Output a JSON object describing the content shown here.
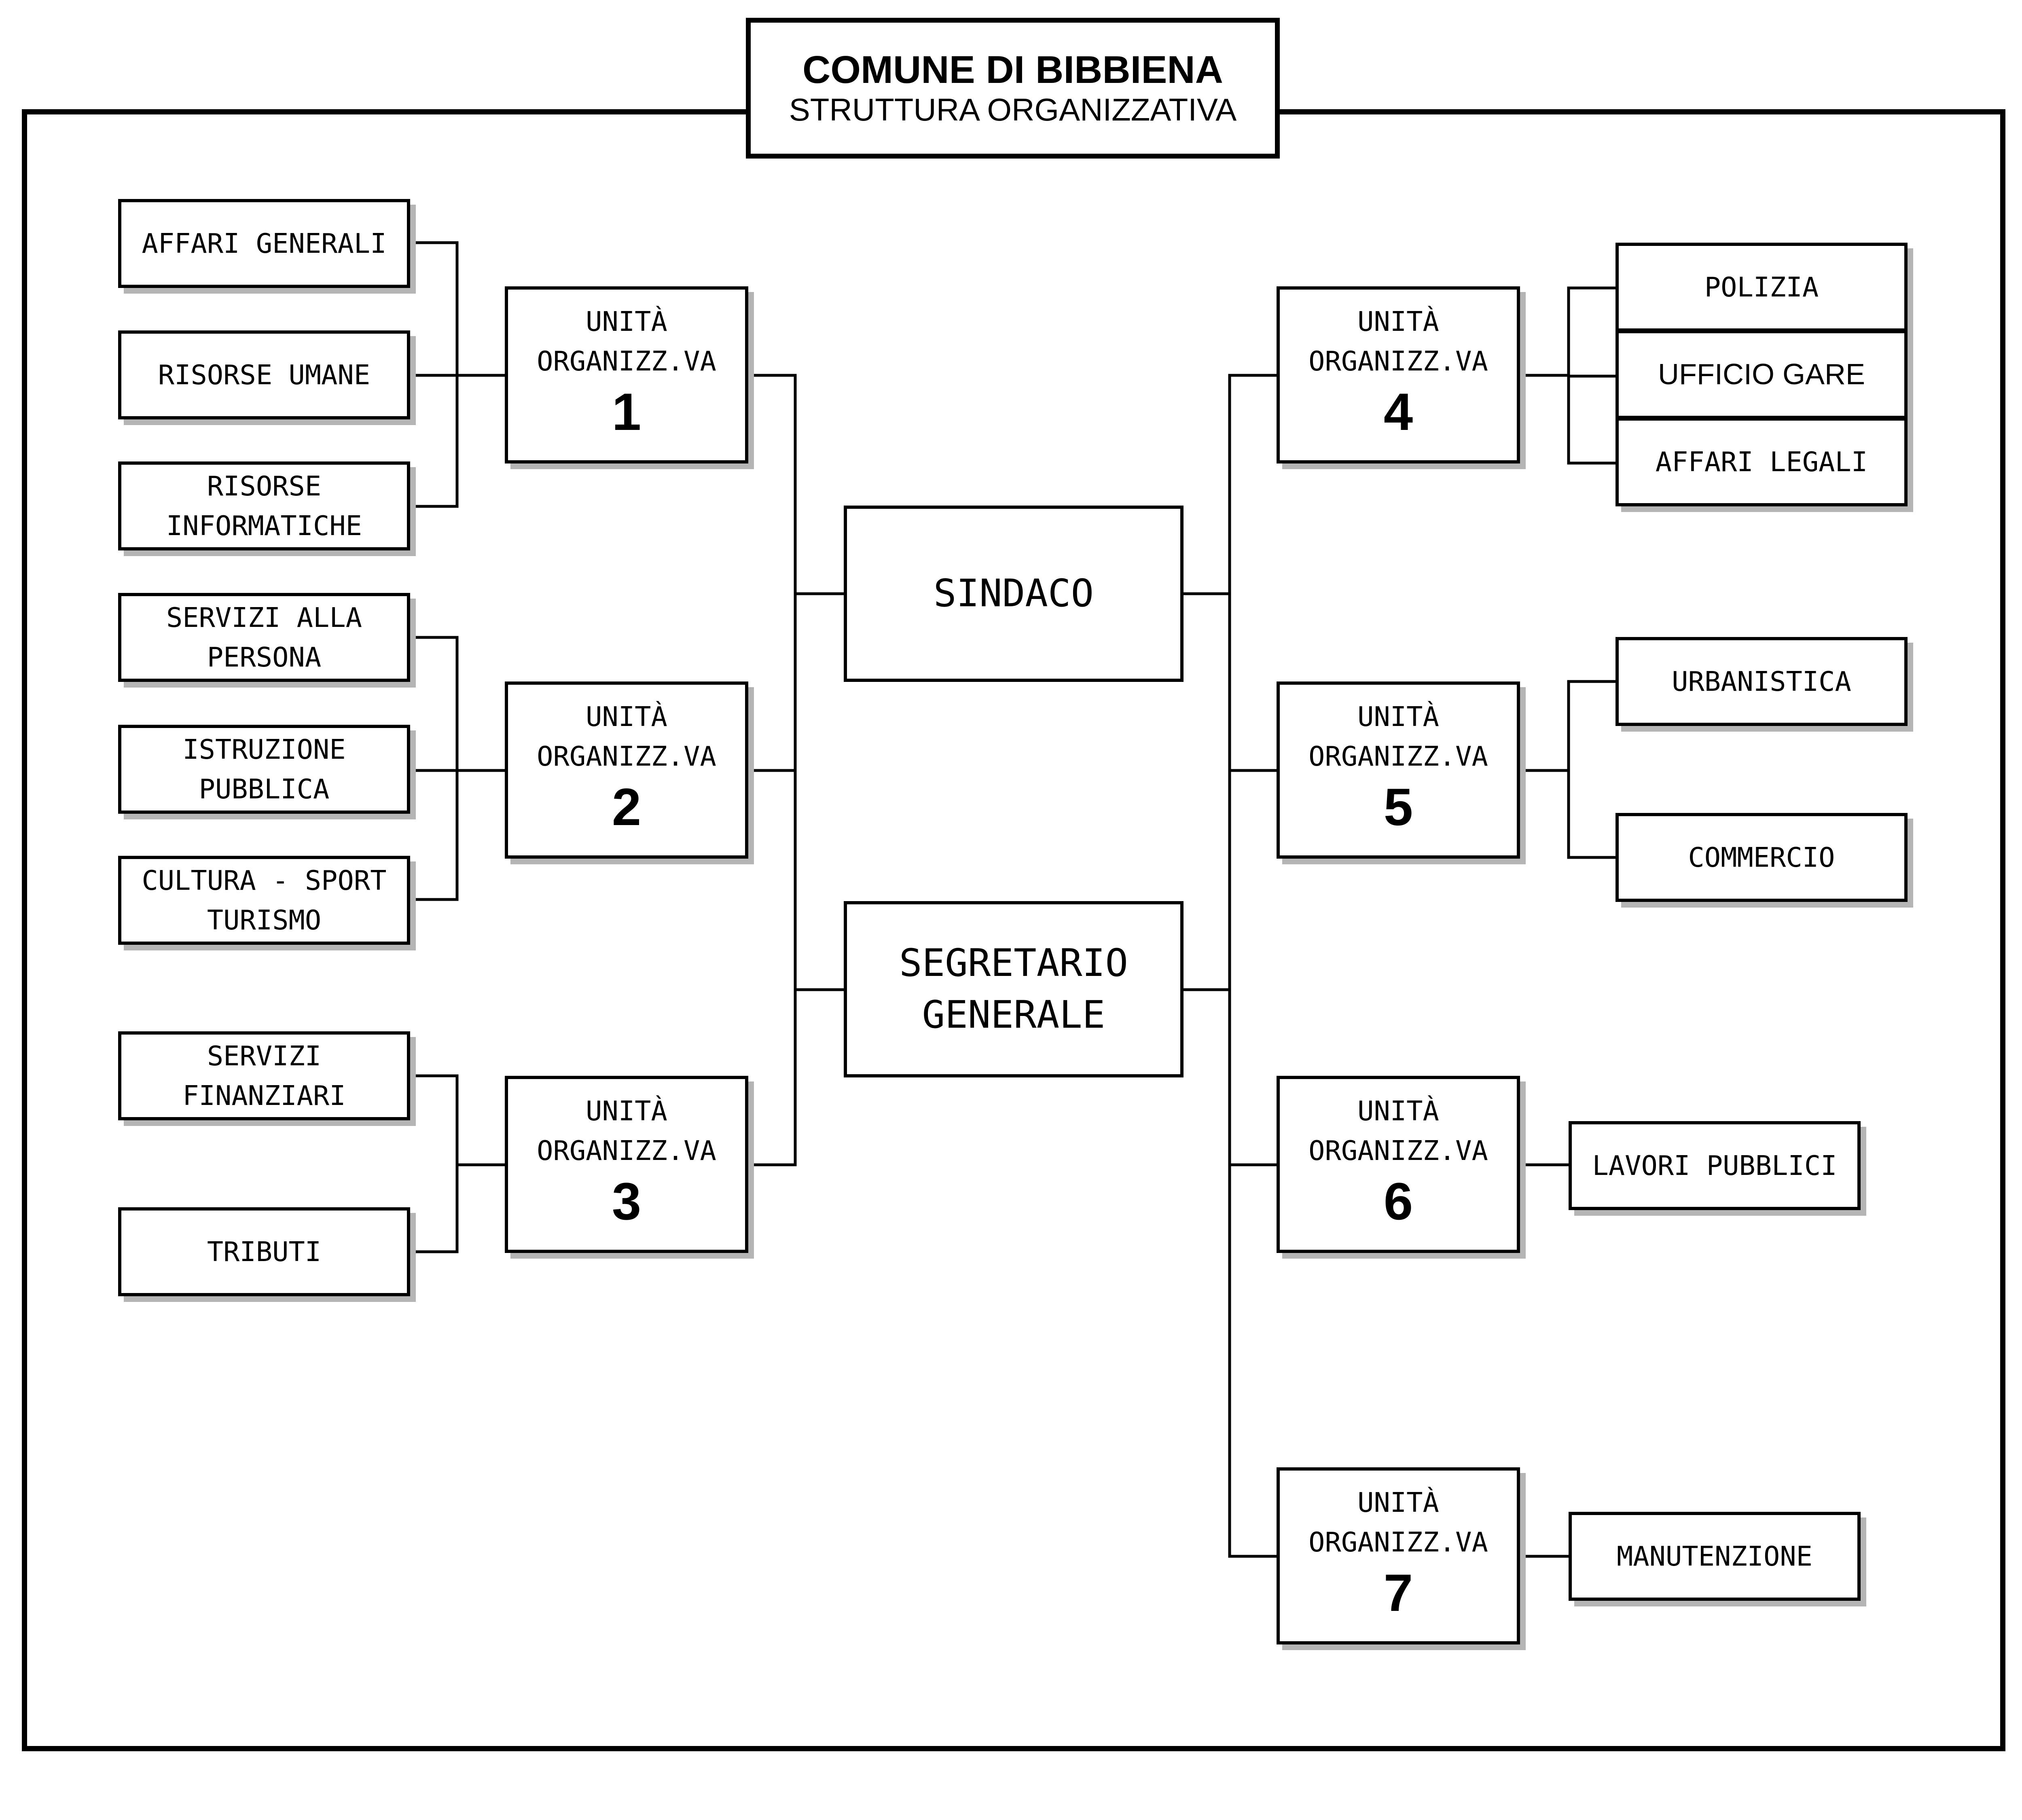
{
  "header": {
    "title": "COMUNE DI BIBBIENA",
    "subtitle": "STRUTTURA ORGANIZZATIVA"
  },
  "center": {
    "sindaco": "SINDACO",
    "segretario": "SEGRETARIO\nGENERALE"
  },
  "units": [
    {
      "label": "UNITÀ\nORGANIZZ.VA",
      "number": "1"
    },
    {
      "label": "UNITÀ\nORGANIZZ.VA",
      "number": "2"
    },
    {
      "label": "UNITÀ\nORGANIZZ.VA",
      "number": "3"
    },
    {
      "label": "UNITÀ\nORGANIZZ.VA",
      "number": "4"
    },
    {
      "label": "UNITÀ\nORGANIZZ.VA",
      "number": "5"
    },
    {
      "label": "UNITÀ\nORGANIZZ.VA",
      "number": "6"
    },
    {
      "label": "UNITÀ\nORGANIZZ.VA",
      "number": "7"
    }
  ],
  "offices": {
    "unit1": [
      "AFFARI GENERALI",
      "RISORSE UMANE",
      "RISORSE\nINFORMATICHE"
    ],
    "unit2": [
      "SERVIZI ALLA\nPERSONA",
      "ISTRUZIONE\nPUBBLICA",
      "CULTURA - SPORT\nTURISMO"
    ],
    "unit3": [
      "SERVIZI\nFINANZIARI",
      "TRIBUTI"
    ],
    "unit4": [
      "POLIZIA",
      "UFFICIO GARE",
      "AFFARI LEGALI"
    ],
    "unit5": [
      "URBANISTICA",
      "COMMERCIO"
    ],
    "unit6": [
      "LAVORI PUBBLICI"
    ],
    "unit7": [
      "MANUTENZIONE"
    ]
  }
}
